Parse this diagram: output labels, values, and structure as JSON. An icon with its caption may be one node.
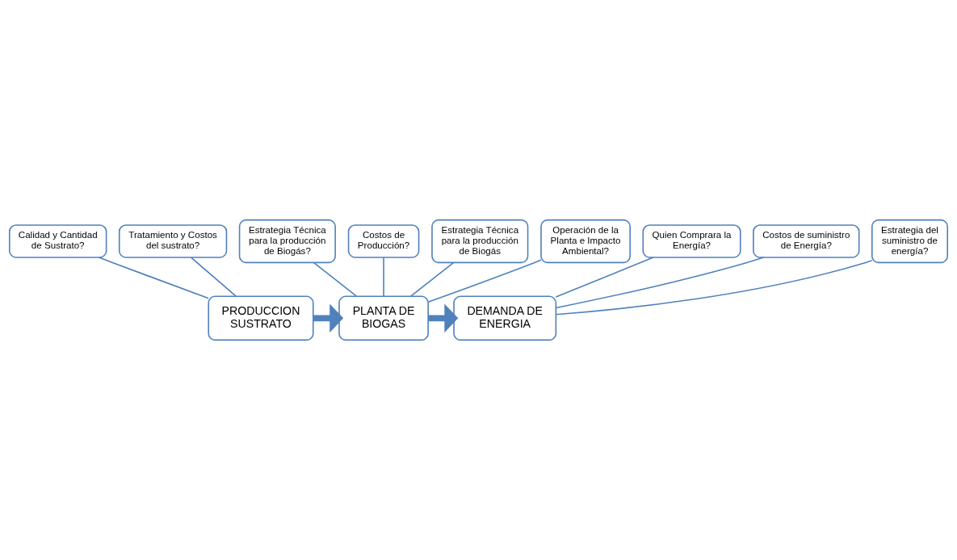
{
  "diagram": {
    "nodes": [
      {
        "text": [
          "Calidad y Cantidad de Sustrato?"
        ]
      },
      {
        "text": [
          "Estrategia Técnica para la producción de Biogás?"
        ]
      },
      {
        "text": [
          "Costos de Producción?"
        ]
      },
      {
        "text": [
          "Quien Comprara la Energía?"
        ]
      },
      {
        "text": [
          "Costos de suministro de Energía?"
        ]
      },
      {
        "text": [
          "PRODUCCION SUSTRATO"
        ]
      },
      {
        "text": [
          "PLANTA DE BIOGAS"
        ]
      },
      {
        "text": [
          "DEMANDA DE ENERGIA"
        ]
      },
      {
        "text": [
          "Tratamiento y Costos del sustrato?"
        ]
      },
      {
        "text": [
          "Estrategia Técnica para la producción de Biogás"
        ]
      },
      {
        "text": [
          "Operación de la Planta e Impacto Ambiental?"
        ]
      },
      {
        "text": [
          "Estrategia del suministro de energía?"
        ]
      }
    ],
    "edges": [
      {
        "from": 5,
        "to": 6,
        "arrow": "to",
        "style": "thick"
      },
      {
        "from": 6,
        "to": 7,
        "arrow": "to",
        "style": "thick"
      },
      {
        "from": 0,
        "to": 5,
        "arrow": "none"
      },
      {
        "from": 1,
        "to": 6,
        "arrow": "none"
      },
      {
        "from": 2,
        "to": 6,
        "arrow": "none"
      },
      {
        "from": 3,
        "to": 7,
        "arrow": "none"
      },
      {
        "from": 4,
        "to": 7,
        "arrow": "none"
      },
      {
        "from": 8,
        "to": 5,
        "arrow": "none"
      },
      {
        "from": 9,
        "to": 6,
        "arrow": "none"
      },
      {
        "from": 10,
        "to": 6,
        "arrow": "none"
      },
      {
        "from": 11,
        "to": 7,
        "arrow": "none"
      }
    ]
  }
}
